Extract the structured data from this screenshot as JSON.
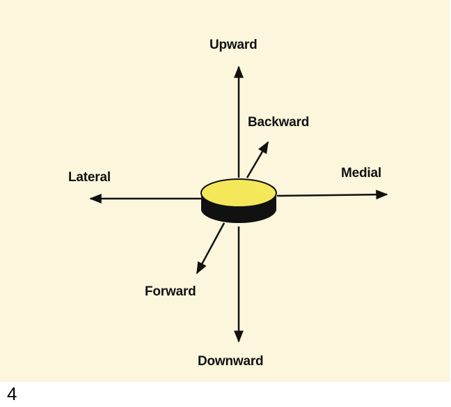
{
  "labels": {
    "upward": "Upward",
    "backward": "Backward",
    "lateral": "Lateral",
    "medial": "Medial",
    "forward": "Forward",
    "downward": "Downward"
  },
  "figure_number": "4",
  "colors": {
    "background": "#fbf6dc",
    "disc_top": "#f4e85a",
    "disc_side": "#111111",
    "arrow": "#111111"
  }
}
